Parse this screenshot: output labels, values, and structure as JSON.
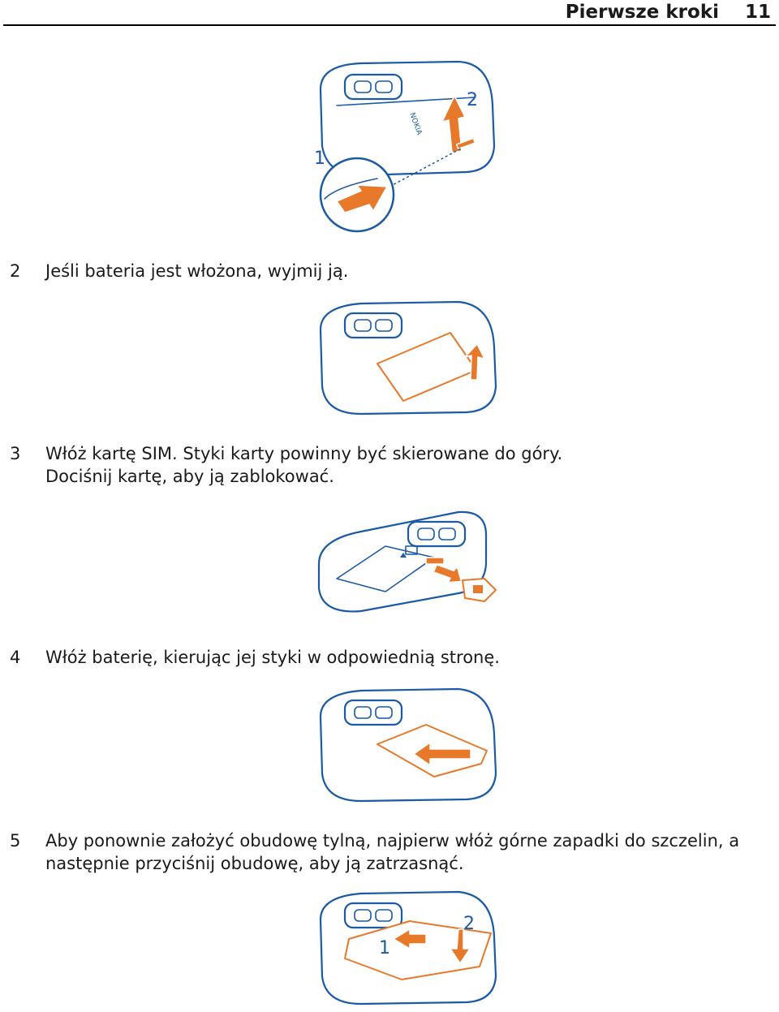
{
  "header": {
    "title": "Pierwsze kroki",
    "page_number": "11"
  },
  "figure1": {
    "label1": "1",
    "label2": "2",
    "logo": "NOKIA"
  },
  "steps": [
    {
      "number": "2",
      "lines": [
        "Jeśli bateria jest włożona, wyjmij ją."
      ]
    },
    {
      "number": "3",
      "lines": [
        "Włóż kartę SIM. Styki karty powinny być skierowane do góry.",
        "Dociśnij kartę, aby ją zablokować."
      ]
    },
    {
      "number": "4",
      "lines": [
        "Włóż baterię, kierując jej styki w odpowiednią stronę."
      ]
    },
    {
      "number": "5",
      "lines": [
        "Aby ponownie założyć obudowę tylną, najpierw włóż górne zapadki do szczelin, a",
        "następnie przyciśnij obudowę, aby ją zatrzasnąć."
      ]
    }
  ],
  "figure5": {
    "label1": "1",
    "label2": "2"
  }
}
